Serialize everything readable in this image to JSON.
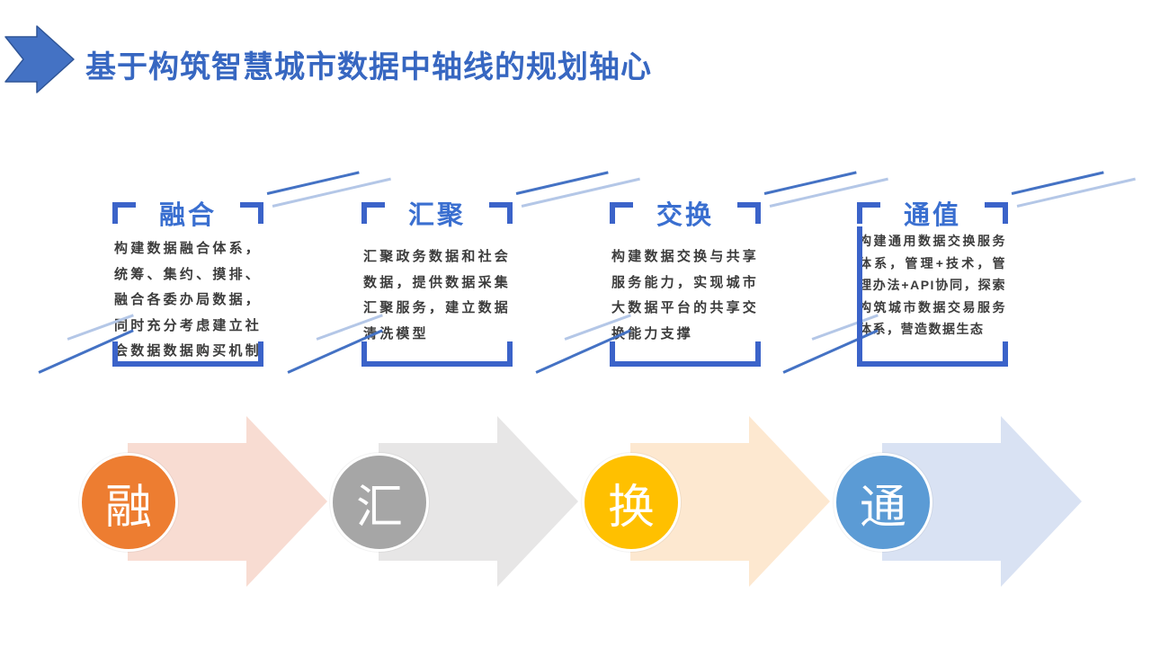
{
  "slide": {
    "title": "基于构筑智慧城市数据中轴线的规划轴心"
  },
  "colors": {
    "title_blue": "#3767C1",
    "header_blue": "#3A6FD0",
    "bracket_blue": "#3B63C9",
    "decor_line_dark": "#4472C4",
    "decor_line_light": "#B4C7E7",
    "body_text": "#3C3C3C",
    "title_arrow_fill": "#4472C4",
    "title_arrow_stroke": "#2F5597"
  },
  "columns": [
    {
      "header": "融合",
      "body": "构建数据融合体系，统筹、集约、摸排、融合各委办局数据，同时充分考虑建立社会数据数据购买机制"
    },
    {
      "header": "汇聚",
      "body": "汇聚政务数据和社会数据，提供数据采集汇聚服务，建立数据清洗模型"
    },
    {
      "header": "交换",
      "body": "构建数据交换与共享服务能力，实现城市大数据平台的共享交换能力支撑"
    },
    {
      "header": "通值",
      "body": "构建通用数据交换服务体系，管理+技术，管理办法+API协同，探索构筑城市数据交易服务体系，营造数据生态"
    }
  ],
  "process_arrows": [
    {
      "label": "融",
      "circle_color": "#ED7D31",
      "arrow_color": "#F8DCD2"
    },
    {
      "label": "汇",
      "circle_color": "#A6A6A6",
      "arrow_color": "#E7E6E6"
    },
    {
      "label": "换",
      "circle_color": "#FFC000",
      "arrow_color": "#FDE8D0"
    },
    {
      "label": "通",
      "circle_color": "#5B9BD5",
      "arrow_color": "#D9E2F3"
    }
  ]
}
